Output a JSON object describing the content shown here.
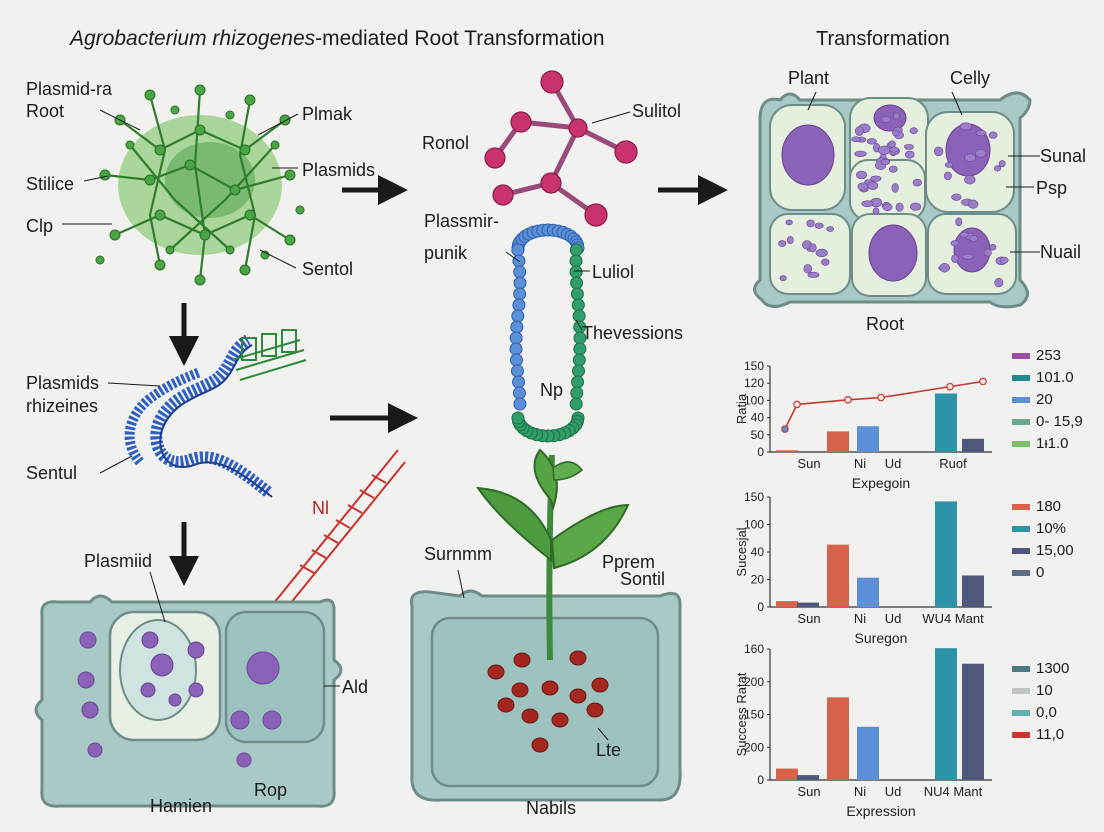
{
  "title": {
    "italic": "Agrobacterium rhizogenes",
    "rest": "-mediated Root Transformation"
  },
  "transformation_title": "Transformation",
  "labels": {
    "bacterium": [
      "Plasmid-ra",
      "Root",
      "Plmak",
      "Plasmids",
      "Stilice",
      "Clp",
      "Sentol"
    ],
    "molecule": [
      "Ronol",
      "Sulitol"
    ],
    "chain": [
      "Plassmir-",
      "punik",
      "Luliol",
      "Thevessions",
      "Np"
    ],
    "cells_panel": [
      "Plant",
      "Celly",
      "Sunal",
      "Psp",
      "Nuail",
      "Root"
    ],
    "dna": [
      "Plasmids",
      "rhizeines",
      "Sentul",
      "Nl"
    ],
    "plant": [
      "Surnmm",
      "Pprem",
      "Sontil",
      "Lte",
      "Nabils"
    ],
    "cell_bottom": [
      "Plasmiid",
      "Ald",
      "Hamien",
      "Rop"
    ]
  },
  "colors": {
    "cell_fill": "#a8c9c6",
    "cell_stroke": "#6f8d88",
    "nucleus": "#8a62b8",
    "bacteria_green": "#3f9a3b",
    "dna_blue": "#2f5fc2",
    "red": "#a83229"
  },
  "chart_data": [
    {
      "type": "bar",
      "ylabel": "Ratia",
      "xlabel": "Expegoin",
      "categories": [
        "Sun",
        "Ni",
        "Ud",
        "Ruof"
      ],
      "yticks": [
        0,
        50,
        40,
        100,
        120,
        150
      ],
      "ylim": [
        0,
        150
      ],
      "bars": [
        {
          "x": 0.1,
          "value": 3,
          "color": "#d8634c"
        },
        {
          "x": 0.95,
          "value": 36,
          "color": "#d8634c"
        },
        {
          "x": 1.45,
          "value": 45,
          "color": "#5b8fd6"
        },
        {
          "x": 2.75,
          "value": 102,
          "color": "#2d93a6"
        },
        {
          "x": 3.2,
          "value": 23,
          "color": "#4d587a"
        }
      ],
      "line": {
        "color": "#c43a32",
        "points": [
          [
            0.15,
            40
          ],
          [
            0.35,
            83
          ],
          [
            1.2,
            91
          ],
          [
            1.75,
            95
          ],
          [
            2.9,
            114
          ],
          [
            3.45,
            123
          ]
        ]
      },
      "legend": [
        {
          "label": "253",
          "color": "#9b4ea0"
        },
        {
          "label": "101.0",
          "color": "#1f8a8a"
        },
        {
          "label": "20",
          "color": "#5b8fd6"
        },
        {
          "label": "0- 15,9",
          "color": "#6ea88c"
        },
        {
          "label": "1ᵼ1.0",
          "color": "#7cbf6a"
        }
      ]
    },
    {
      "type": "bar",
      "ylabel": "Sucesjal",
      "xlabel": "Suregon",
      "categories": [
        "Sun",
        "Ni",
        "Ud",
        "WU4 Mant"
      ],
      "yticks": [
        0,
        20,
        40,
        100,
        150
      ],
      "ylim": [
        0,
        150
      ],
      "bars": [
        {
          "x": 0.1,
          "value": 8,
          "color": "#d8634c"
        },
        {
          "x": 0.45,
          "value": 6,
          "color": "#4d587a"
        },
        {
          "x": 0.95,
          "value": 85,
          "color": "#d8634c"
        },
        {
          "x": 1.45,
          "value": 40,
          "color": "#5b8fd6"
        },
        {
          "x": 2.75,
          "value": 144,
          "color": "#2d93a6"
        },
        {
          "x": 3.2,
          "value": 43,
          "color": "#4d587a"
        }
      ],
      "legend": [
        {
          "label": "180",
          "color": "#d8634c"
        },
        {
          "label": "10%",
          "color": "#2d93a6"
        },
        {
          "label": "15,00",
          "color": "#4d587a"
        },
        {
          "label": "0",
          "color": "#5c6d80"
        }
      ]
    },
    {
      "type": "bar",
      "ylabel": "Success Ratat",
      "xlabel": "Expression",
      "categories": [
        "Sun",
        "Ni",
        "Ud",
        "NU4 Mant"
      ],
      "yticks": [
        0,
        200,
        150,
        200,
        160
      ],
      "ylim": [
        0,
        160
      ],
      "bars": [
        {
          "x": 0.1,
          "value": 14,
          "color": "#d8634c"
        },
        {
          "x": 0.45,
          "value": 6,
          "color": "#4d587a"
        },
        {
          "x": 0.95,
          "value": 101,
          "color": "#d8634c"
        },
        {
          "x": 1.45,
          "value": 65,
          "color": "#5b8fd6"
        },
        {
          "x": 2.75,
          "value": 161,
          "color": "#2d93a6"
        },
        {
          "x": 3.2,
          "value": 142,
          "color": "#4d587a"
        }
      ],
      "legend": [
        {
          "label": "1300",
          "color": "#4d7a80"
        },
        {
          "label": "10",
          "color": "#bfc4c4"
        },
        {
          "label": "0,0",
          "color": "#5fb3b0"
        },
        {
          "label": "11,0",
          "color": "#c43a32"
        }
      ]
    }
  ]
}
